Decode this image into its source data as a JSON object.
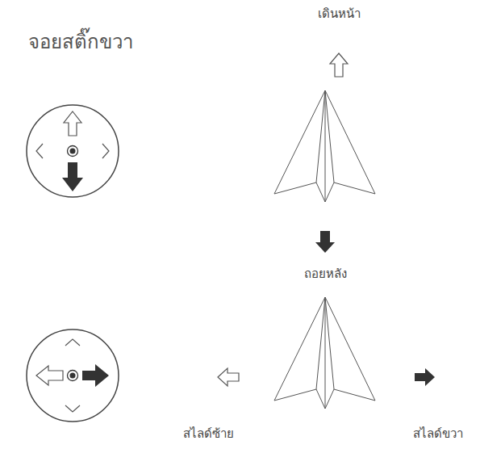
{
  "diagram": {
    "title": "จอยสติ๊กขวา",
    "labels": [
      "เดินหน้า",
      "ถอยหลัง",
      "สไลด์ซ้าย",
      "สไลด์ขวา"
    ]
  }
}
